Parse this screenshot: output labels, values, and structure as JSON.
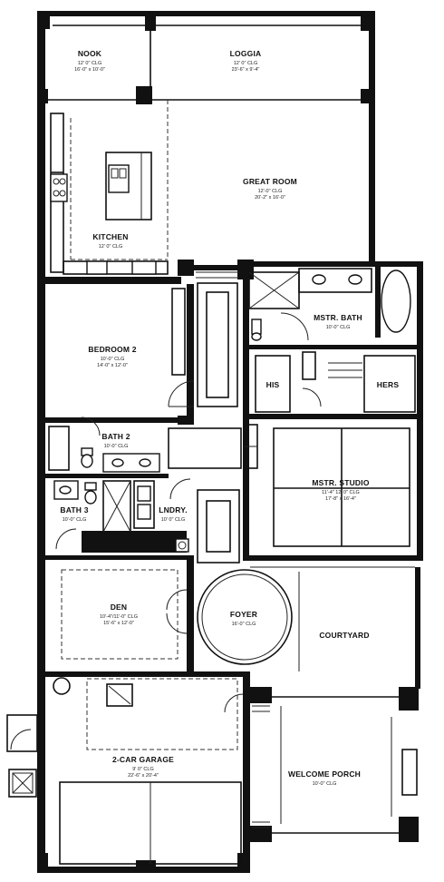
{
  "rooms": {
    "nook": {
      "name": "NOOK",
      "ceiling": "12' 0\" CLG",
      "size": "16'-0\" x 10'-0\""
    },
    "loggia": {
      "name": "LOGGIA",
      "ceiling": "12' 0\" CLG",
      "size": "23'-6\" x 9'-4\""
    },
    "great_room": {
      "name": "GREAT ROOM",
      "ceiling": "12'-0\" CLG",
      "size": "20'-2\" x 16'-0\""
    },
    "kitchen": {
      "name": "KITCHEN",
      "ceiling": "12' 0\" CLG"
    },
    "mstr_bath": {
      "name": "MSTR. BATH",
      "ceiling": "10'-0\" CLG"
    },
    "bedroom2": {
      "name": "BEDROOM 2",
      "ceiling": "10'-0\" CLG",
      "size": "14'-0\" x 12'-0\""
    },
    "his": {
      "name": "HIS"
    },
    "hers": {
      "name": "HERS"
    },
    "bath2": {
      "name": "BATH 2",
      "ceiling": "10'-0\" CLG"
    },
    "mstr_studio": {
      "name": "MSTR. STUDIO",
      "ceiling": "11'-4\" 12' 0\" CLG",
      "size": "17'-8\" x 16'-4\""
    },
    "bath3": {
      "name": "BATH 3",
      "ceiling": "10'-0\" CLG"
    },
    "lndry": {
      "name": "LNDRY.",
      "ceiling": "10' 0\" CLG"
    },
    "den": {
      "name": "DEN",
      "ceiling": "10'-4\"/11'-0\" CLG",
      "size": "15'-6\" x 12'-0\""
    },
    "foyer": {
      "name": "FOYER",
      "ceiling": "16'-0\" CLG"
    },
    "courtyard": {
      "name": "COURTYARD"
    },
    "garage": {
      "name": "2-CAR GARAGE",
      "ceiling": "9' 0\" CLG",
      "size": "22'-6\" x 20'-4\""
    },
    "welcome_porch": {
      "name": "WELCOME PORCH",
      "ceiling": "10'-0\" CLG"
    }
  }
}
